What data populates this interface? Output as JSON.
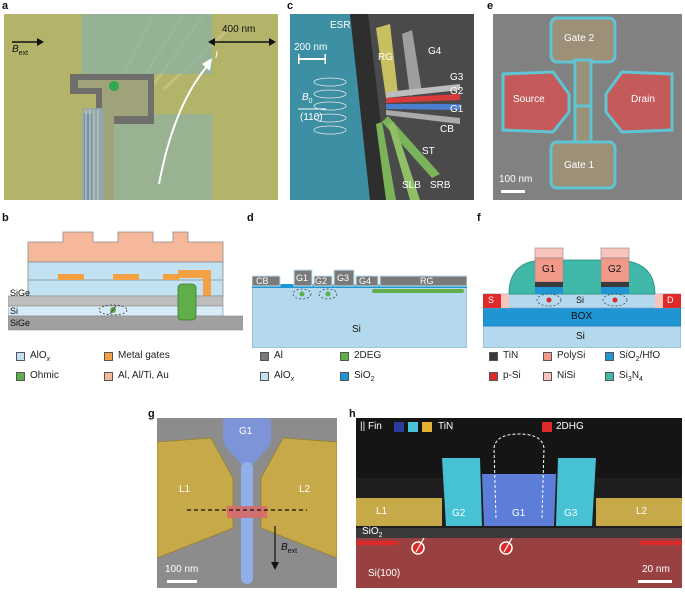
{
  "panels": {
    "a": {
      "letter": "a",
      "field": "B",
      "field_sub": "ext",
      "scale": "400 nm",
      "current": "I"
    },
    "b": {
      "letter": "b",
      "layers": {
        "sige_top": "SiGe",
        "si": "Si",
        "sige_bottom": "SiGe"
      },
      "legend": [
        {
          "label": "AlO",
          "sub": "x",
          "color": "#c2e2f3"
        },
        {
          "label": "Metal gates",
          "color": "#f5a042"
        },
        {
          "label": "Ohmic",
          "color": "#5fae4a"
        },
        {
          "label": "Al, Al/Ti, Au",
          "color": "#f6b89a"
        }
      ]
    },
    "c": {
      "letter": "c",
      "scale": "200 nm",
      "field": "B",
      "field_sub": "0",
      "direction": "(110)",
      "labels": {
        "esr": "ESR",
        "rg": "RG",
        "g4": "G4",
        "g3": "G3",
        "g2": "G2",
        "g1": "G1",
        "cb": "CB",
        "st": "ST",
        "slb": "SLB",
        "srb": "SRB"
      }
    },
    "d": {
      "letter": "d",
      "gates": [
        "CB",
        "G1",
        "G2",
        "G3",
        "G4",
        "RG"
      ],
      "substrate": "Si",
      "legend": [
        {
          "label": "Al",
          "color": "#7a7a7a"
        },
        {
          "label": "2DEG",
          "color": "#5fae4a"
        },
        {
          "label": "AlO",
          "sub": "x",
          "color": "#c2e2f3"
        },
        {
          "label": "SiO",
          "sub": "2",
          "color": "#1f95d4"
        }
      ]
    },
    "e": {
      "letter": "e",
      "labels": {
        "gate2": "Gate 2",
        "source": "Source",
        "drain": "Drain",
        "gate1": "Gate 1"
      },
      "scale": "100 nm"
    },
    "f": {
      "letter": "f",
      "labels": {
        "g1": "G1",
        "g2": "G2",
        "s": "S",
        "d": "D",
        "si": "Si",
        "box": "BOX",
        "substrate": "Si"
      },
      "legend": [
        {
          "label": "TiN",
          "color": "#3a3a3a"
        },
        {
          "label": "PolySi",
          "color": "#f29a8a"
        },
        {
          "label": "SiO",
          "sub": "2",
          "suffix": "/HfO",
          "color": "#1f95d4"
        },
        {
          "label": "p-Si",
          "color": "#e02a2a"
        },
        {
          "label": "NiSi",
          "color": "#f8c4bc"
        },
        {
          "label": "Si",
          "sub": "3",
          "suffix": "N",
          "sub2": "4",
          "color": "#3fb8a8"
        }
      ]
    },
    "g": {
      "letter": "g",
      "labels": {
        "g1": "G1",
        "l1": "L1",
        "l2": "L2"
      },
      "scale": "100 nm",
      "field": "B",
      "field_sub": "ext"
    },
    "h": {
      "letter": "h",
      "legend_prefix": "|| Fin",
      "legend_tin": "TiN",
      "legend_2dhg": "2DHG",
      "labels": {
        "l1": "L1",
        "g2": "G2",
        "g1": "G1",
        "g3": "G3",
        "l2": "L2",
        "sio2": "SiO",
        "sio2_sub": "2",
        "substrate": "Si(100)"
      },
      "scale": "20 nm"
    }
  }
}
